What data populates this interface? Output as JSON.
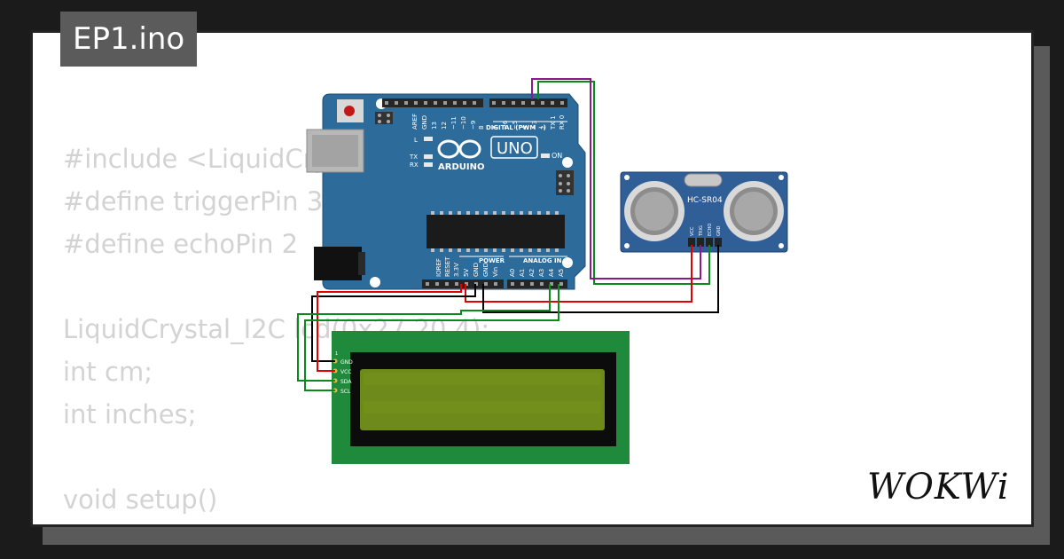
{
  "title": "EP1.ino",
  "code_lines": [
    "#include <LiquidCrystal_I2C.h>",
    "#define triggerPin 3",
    "#define echoPin 2",
    "",
    "LiquidCrystal_I2C lcd(0x27,20,4);",
    "int cm;",
    "int inches;",
    "",
    "void setup()",
    "{"
  ],
  "logo": "WOKWi",
  "arduino": {
    "brand": "ARDUINO",
    "model": "UNO",
    "digital_label": "DIGITAL (PWM ~)",
    "power_label": "POWER",
    "analog_label": "ANALOG IN",
    "on_label": "ON",
    "led_labels": [
      "L",
      "TX",
      "RX"
    ],
    "top_pins": [
      "AREF",
      "GND",
      "13",
      "12",
      "~11",
      "~10",
      "~9",
      "8",
      "7",
      "~6",
      "~5",
      "4",
      "~3",
      "2",
      "TX 1",
      "RX 0"
    ],
    "power_pins": [
      "IOREF",
      "RESET",
      "3.3V",
      "5V",
      "GND",
      "GND",
      "Vin"
    ],
    "analog_pins": [
      "A0",
      "A1",
      "A2",
      "A3",
      "A4",
      "A5"
    ]
  },
  "sensor": {
    "name": "HC-SR04",
    "pins": [
      "VCC",
      "TRIG",
      "ECHO",
      "GND"
    ]
  },
  "lcd": {
    "pin_index": "1",
    "pins": [
      "GND",
      "VCC",
      "SDA",
      "SCL"
    ]
  },
  "colors": {
    "board": "#2d6b9a",
    "lcd_pcb": "#1f8a3c",
    "lcd_screen": "#6e8a1a",
    "sensor_pcb": "#2f5f96",
    "wire_red": "#e00000",
    "wire_green": "#0a8a1a",
    "wire_purple": "#8a1a8a",
    "wire_black": "#000000"
  }
}
